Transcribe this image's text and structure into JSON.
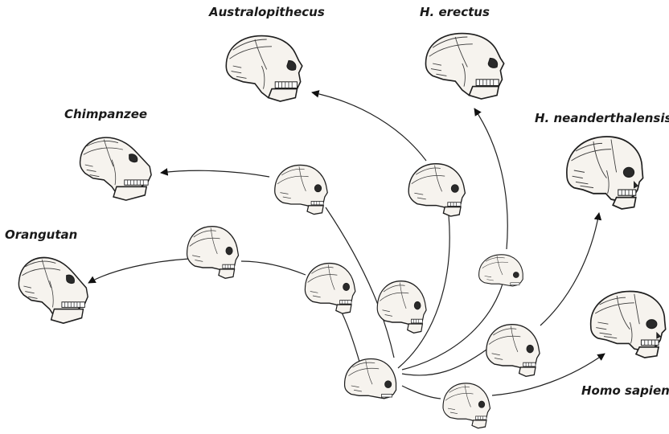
{
  "labels": {
    "australopithecus": "Australopithecus",
    "erectus": "H. erectus",
    "chimpanzee": "Chimpanzee",
    "neanderthal": "H. neanderthalensis",
    "orangutan": "Orangutan",
    "sapiens": "Homo sapiens"
  },
  "skulls": [
    {
      "id": "orangutan-adult",
      "icon": "ape-skull-icon"
    },
    {
      "id": "orangutan-juvenile",
      "icon": "juvenile-skull-icon"
    },
    {
      "id": "chimpanzee-adult",
      "icon": "ape-skull-icon"
    },
    {
      "id": "chimpanzee-juvenile",
      "icon": "juvenile-skull-icon"
    },
    {
      "id": "australopithecus-adult",
      "icon": "hominin-skull-icon"
    },
    {
      "id": "australopithecus-juvenile",
      "icon": "juvenile-skull-icon"
    },
    {
      "id": "erectus-adult",
      "icon": "hominin-skull-icon"
    },
    {
      "id": "erectus-juvenile",
      "icon": "juvenile-skull-icon"
    },
    {
      "id": "neanderthal-adult",
      "icon": "human-skull-icon"
    },
    {
      "id": "neanderthal-juvenile",
      "icon": "juvenile-skull-icon"
    },
    {
      "id": "sapiens-adult",
      "icon": "human-skull-icon"
    },
    {
      "id": "sapiens-juvenile",
      "icon": "juvenile-skull-icon"
    },
    {
      "id": "common-infant",
      "icon": "infant-skull-icon"
    }
  ]
}
